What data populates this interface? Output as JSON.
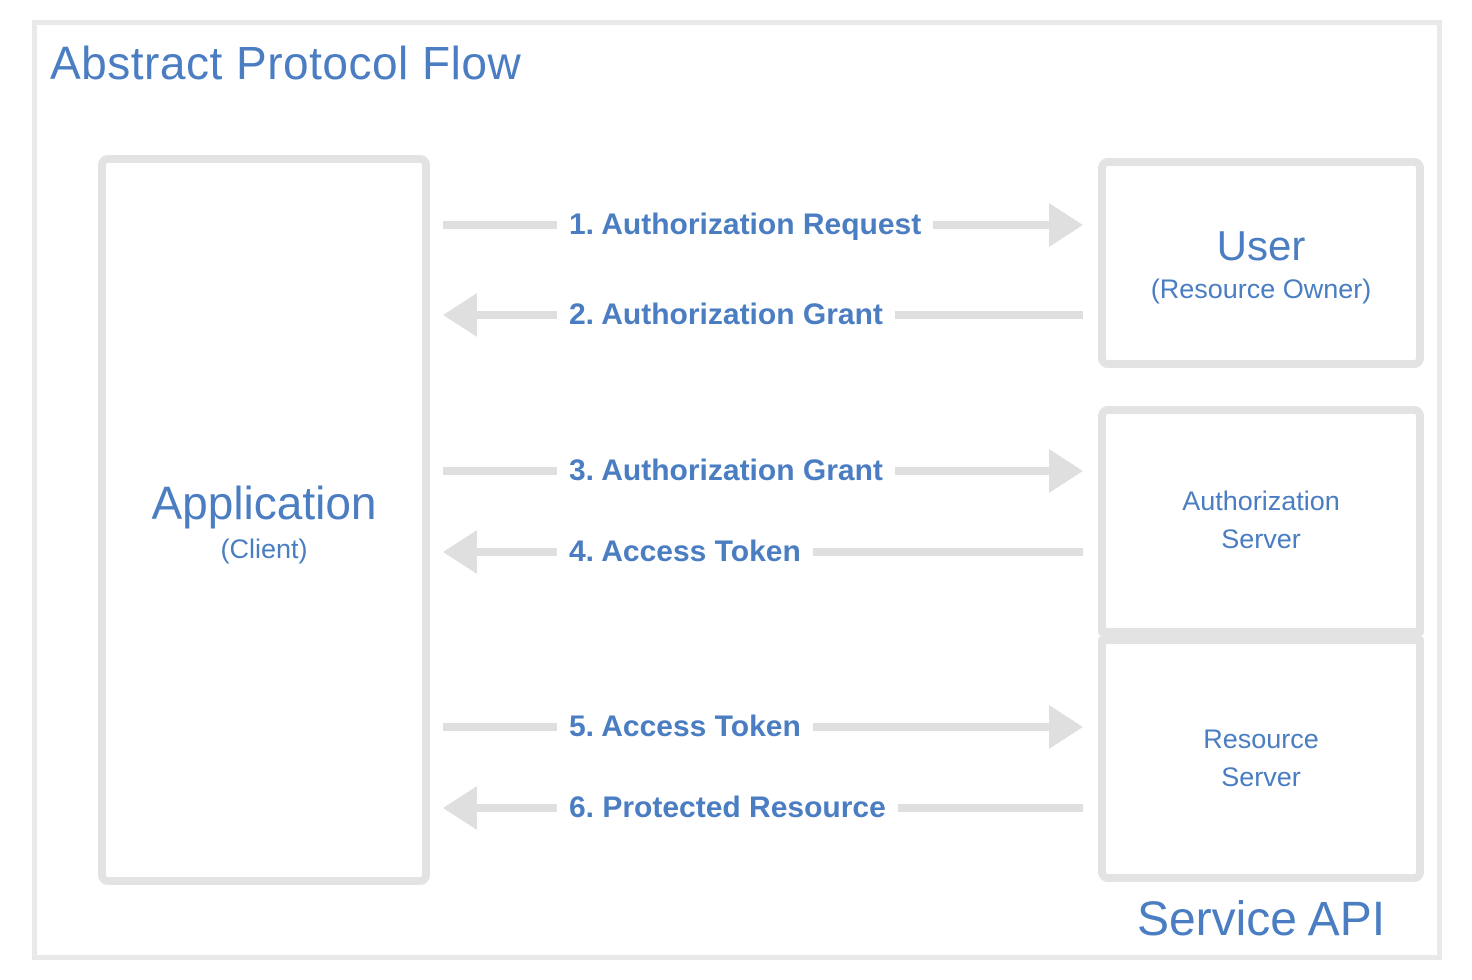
{
  "title": "Abstract Protocol Flow",
  "colors": {
    "text_blue": "#4a7dc1",
    "box_border_gray": "#e3e3e3",
    "arrow_gray": "#dfdfdf"
  },
  "nodes": {
    "application": {
      "label": "Application",
      "sublabel": "(Client)"
    },
    "user": {
      "label": "User",
      "sublabel": "(Resource Owner)"
    },
    "auth_server": {
      "label": "Authorization\nServer"
    },
    "resource_server": {
      "label": "Resource\nServer"
    },
    "service_api": {
      "label": "Service API"
    }
  },
  "flows": [
    {
      "step": "1",
      "label": "1. Authorization Request",
      "direction": "right"
    },
    {
      "step": "2",
      "label": "2. Authorization Grant",
      "direction": "left"
    },
    {
      "step": "3",
      "label": "3. Authorization Grant",
      "direction": "right"
    },
    {
      "step": "4",
      "label": "4. Access Token",
      "direction": "left"
    },
    {
      "step": "5",
      "label": "5. Access Token",
      "direction": "right"
    },
    {
      "step": "6",
      "label": "6. Protected Resource",
      "direction": "left"
    }
  ]
}
